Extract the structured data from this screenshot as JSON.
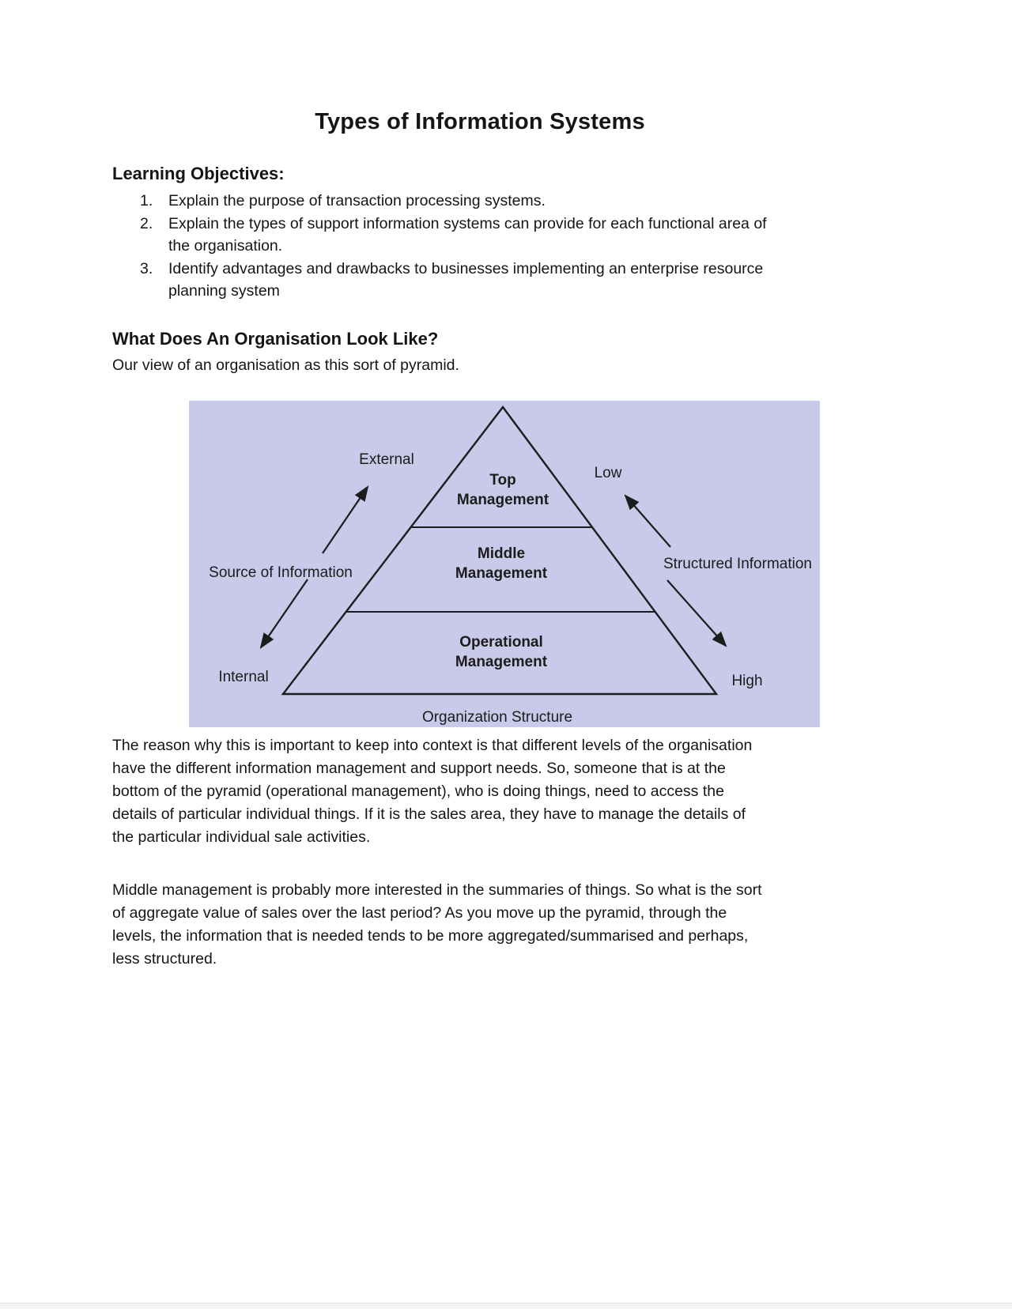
{
  "doc": {
    "title": "Types of Information Systems"
  },
  "objectives": {
    "heading": "Learning Objectives:",
    "items": [
      {
        "number": "1.",
        "text": "Explain the purpose of transaction processing systems."
      },
      {
        "number": "2.",
        "text": "Explain the types of support information systems can provide for each functional area of\nthe organisation."
      },
      {
        "number": "3.",
        "text": "Identify advantages and drawbacks to businesses implementing an enterprise resource\nplanning system"
      }
    ]
  },
  "organisation": {
    "heading": "What Does An Organisation Look Like?",
    "intro": "Our view of an organisation as this sort of pyramid."
  },
  "diagram": {
    "background_color": "#c9c9e9",
    "line_color": "#1c1c1c",
    "levels": [
      "Top Management",
      "Middle Management",
      "Operational Management"
    ],
    "left_axis": {
      "title": "Source of Information",
      "top": "External",
      "bottom": "Internal"
    },
    "right_axis": {
      "title": "Structured Information",
      "top": "Low",
      "bottom": "High"
    },
    "caption": "Organization Structure"
  },
  "paragraphs": {
    "context": "The reason why this is important to keep into context is that different levels of the organisation\nhave the different information management and support needs. So, someone that is at the\nbottom of the pyramid (operational management), who is doing things, need to access the\ndetails of particular individual things. If it is the sales area, they have to manage the details of\nthe particular individual sale activities.",
    "middle": "Middle management is probably more interested in the summaries of things. So what is the sort\nof aggregate value of sales over the last period? As you move up the pyramid, through the\nlevels, the information that is needed tends to be more aggregated/summarised and perhaps,\nless structured."
  }
}
